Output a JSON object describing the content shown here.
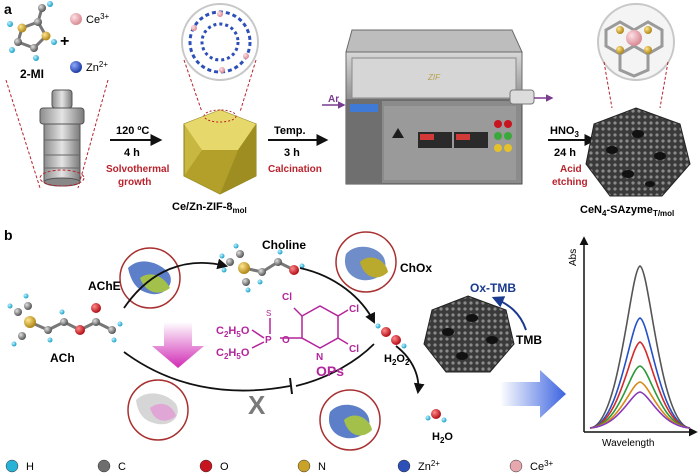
{
  "panel_a": {
    "label": "a",
    "precursors": {
      "ligand": "2-MI",
      "metal1": "Ce",
      "metal1_sup": "3+",
      "metal2": "Zn",
      "metal2_sup": "2+",
      "plus": "+"
    },
    "step1": {
      "temp": "120 ºC",
      "time": "4 h",
      "method_l1": "Solvothermal",
      "method_l2": "growth"
    },
    "product1": {
      "main": "Ce/Zn-ZIF-8",
      "sub": "mol"
    },
    "step2": {
      "temp": "Temp.",
      "time": "3 h",
      "method": "Calcination"
    },
    "furnace": {
      "gas": "Ar",
      "brand": "ZIF"
    },
    "step3": {
      "reagent": "HNO",
      "reagent_sub": "3",
      "time": "24 h",
      "method_l1": "Acid",
      "method_l2": "etching"
    },
    "product2": {
      "prefix": "CeN",
      "prefix_sub": "4",
      "main": "-SAzyme",
      "sub": "T/mol"
    }
  },
  "panel_b": {
    "label": "b",
    "ache": "AChE",
    "choline": "Choline",
    "chox": "ChOx",
    "ach": "ACh",
    "oxtmb": "Ox-TMB",
    "tmb": "TMB",
    "h2o2": "H",
    "h2o2_sub": "2",
    "h2o2_end": "O",
    "h2o2_sub2": "2",
    "h2o": "H",
    "h2o_sub": "2",
    "h2o_end": "O",
    "inhibit": "X",
    "ops": {
      "name": "OPs",
      "cl_top": "Cl",
      "cl_right_top": "Cl",
      "cl_right": "Cl",
      "n": "N",
      "s": "S",
      "p": "P",
      "o": "O",
      "et1": "C",
      "et1_s1": "2",
      "et1_m": "H",
      "et1_s2": "5",
      "et1_e": "O",
      "et2": "C",
      "et2_s1": "2",
      "et2_m": "H",
      "et2_s2": "5",
      "et2_e": "O"
    },
    "spectrum": {
      "ylabel": "Abs",
      "xlabel": "Wavelength"
    }
  },
  "legend": [
    {
      "label": "H",
      "sup": "",
      "color": "#27b3d8"
    },
    {
      "label": "C",
      "sup": "",
      "color": "#6e6e6e"
    },
    {
      "label": "O",
      "sup": "",
      "color": "#c8141e"
    },
    {
      "label": "N",
      "sup": "",
      "color": "#c9a227"
    },
    {
      "label": "Zn",
      "sup": "2+",
      "color": "#2d4fb8"
    },
    {
      "label": "Ce",
      "sup": "3+",
      "color": "#e6a7ae"
    }
  ],
  "colors": {
    "annotation_red": "#b8232d",
    "ops_magenta": "#b3259b",
    "oxtmb_navy": "#1a3a8f"
  }
}
